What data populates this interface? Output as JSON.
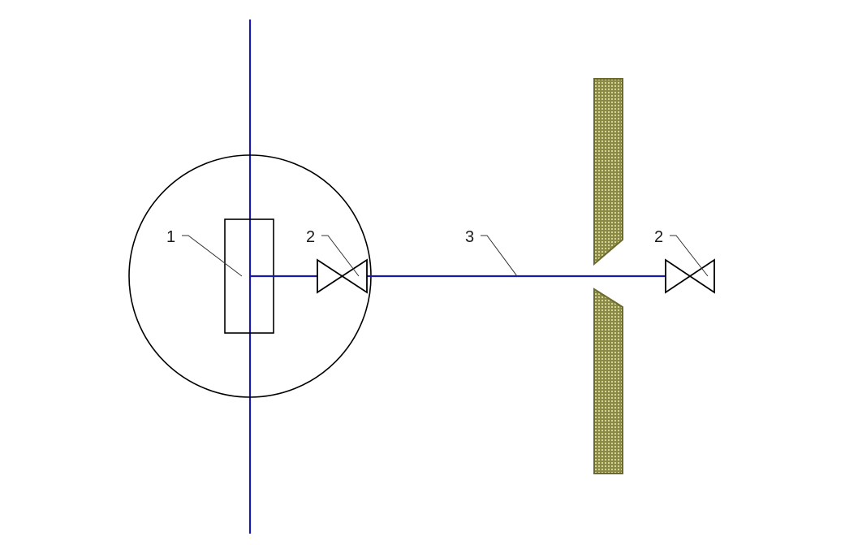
{
  "colors": {
    "background": "#ffffff",
    "pipe": "#1a1aa6",
    "outline": "#000000",
    "wall_fill": "#8a8a45",
    "wall_edge": "#6b6b2e",
    "wall_mesh": "#c9c98f"
  },
  "labels": {
    "label_1": "1",
    "label_2a": "2",
    "label_3": "3",
    "label_2b": "2"
  }
}
